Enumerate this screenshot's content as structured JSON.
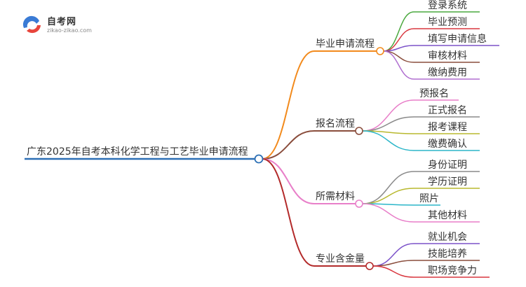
{
  "logo": {
    "title": "自考网",
    "subtitle": "zikao-zikao.com",
    "mark_colors": [
      "#3a7bd5",
      "#e8453c"
    ]
  },
  "mindmap": {
    "root": "广东2025年自考本科化学工程与工艺毕业申请流程",
    "root_color": "#2c6fb5",
    "branches": [
      {
        "label": "毕业申请流程",
        "color": "#f28a1c",
        "children": [
          {
            "label": "登录系统",
            "color": "#4aa83e"
          },
          {
            "label": "毕业预测",
            "color": "#d9363e"
          },
          {
            "label": "填写申请信息",
            "color": "#7b52c9"
          },
          {
            "label": "审核材料",
            "color": "#8a4d3c"
          },
          {
            "label": "缴纳费用",
            "color": "#b06fd0"
          }
        ]
      },
      {
        "label": "报名流程",
        "color": "#8a4d3c",
        "children": [
          {
            "label": "预报名",
            "color": "#e87fc9"
          },
          {
            "label": "正式报名",
            "color": "#8a8a8a"
          },
          {
            "label": "报考课程",
            "color": "#b8b82e"
          },
          {
            "label": "缴费确认",
            "color": "#2bb6c9"
          }
        ]
      },
      {
        "label": "所需材料",
        "color": "#e87fc9",
        "children": [
          {
            "label": "身份证明",
            "color": "#8a8a8a"
          },
          {
            "label": "学历证明",
            "color": "#b8b82e"
          },
          {
            "label": "照片",
            "color": "#2bb6c9"
          },
          {
            "label": "其他材料",
            "color": "#e87fc9"
          }
        ]
      },
      {
        "label": "专业含金量",
        "color": "#b32a2a",
        "children": [
          {
            "label": "就业机会",
            "color": "#7b52c9"
          },
          {
            "label": "技能培养",
            "color": "#8a4d3c"
          },
          {
            "label": "职场竞争力",
            "color": "#d9363e"
          }
        ]
      }
    ]
  }
}
